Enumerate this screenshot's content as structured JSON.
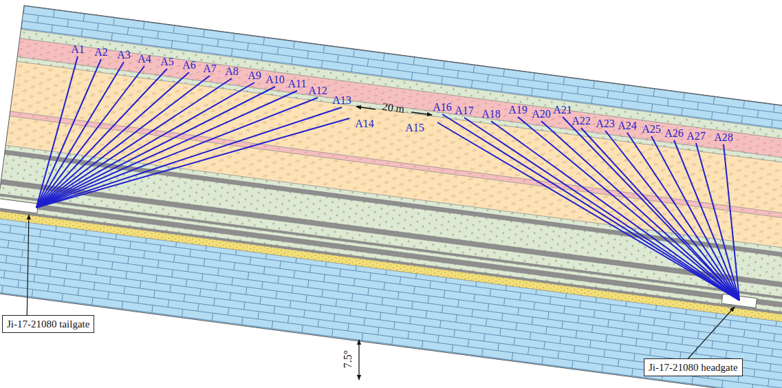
{
  "diagram": {
    "nodes": [
      {
        "text": [
          "Ji-17-21080 tailgate"
        ]
      },
      {
        "text": [
          "Ji-17-21080 headgate"
        ]
      }
    ],
    "labels": [
      "A1",
      "A2",
      "A3",
      "A4",
      "A5",
      "A6",
      "A7",
      "A8",
      "A9",
      "A10",
      "A11",
      "A12",
      "A13",
      "A14",
      "A15",
      "A16",
      "A17",
      "A18",
      "A19",
      "A20",
      "A21",
      "A22",
      "A23",
      "A24",
      "A25",
      "A26",
      "A27",
      "A28",
      "20 m",
      "7.5°"
    ]
  }
}
